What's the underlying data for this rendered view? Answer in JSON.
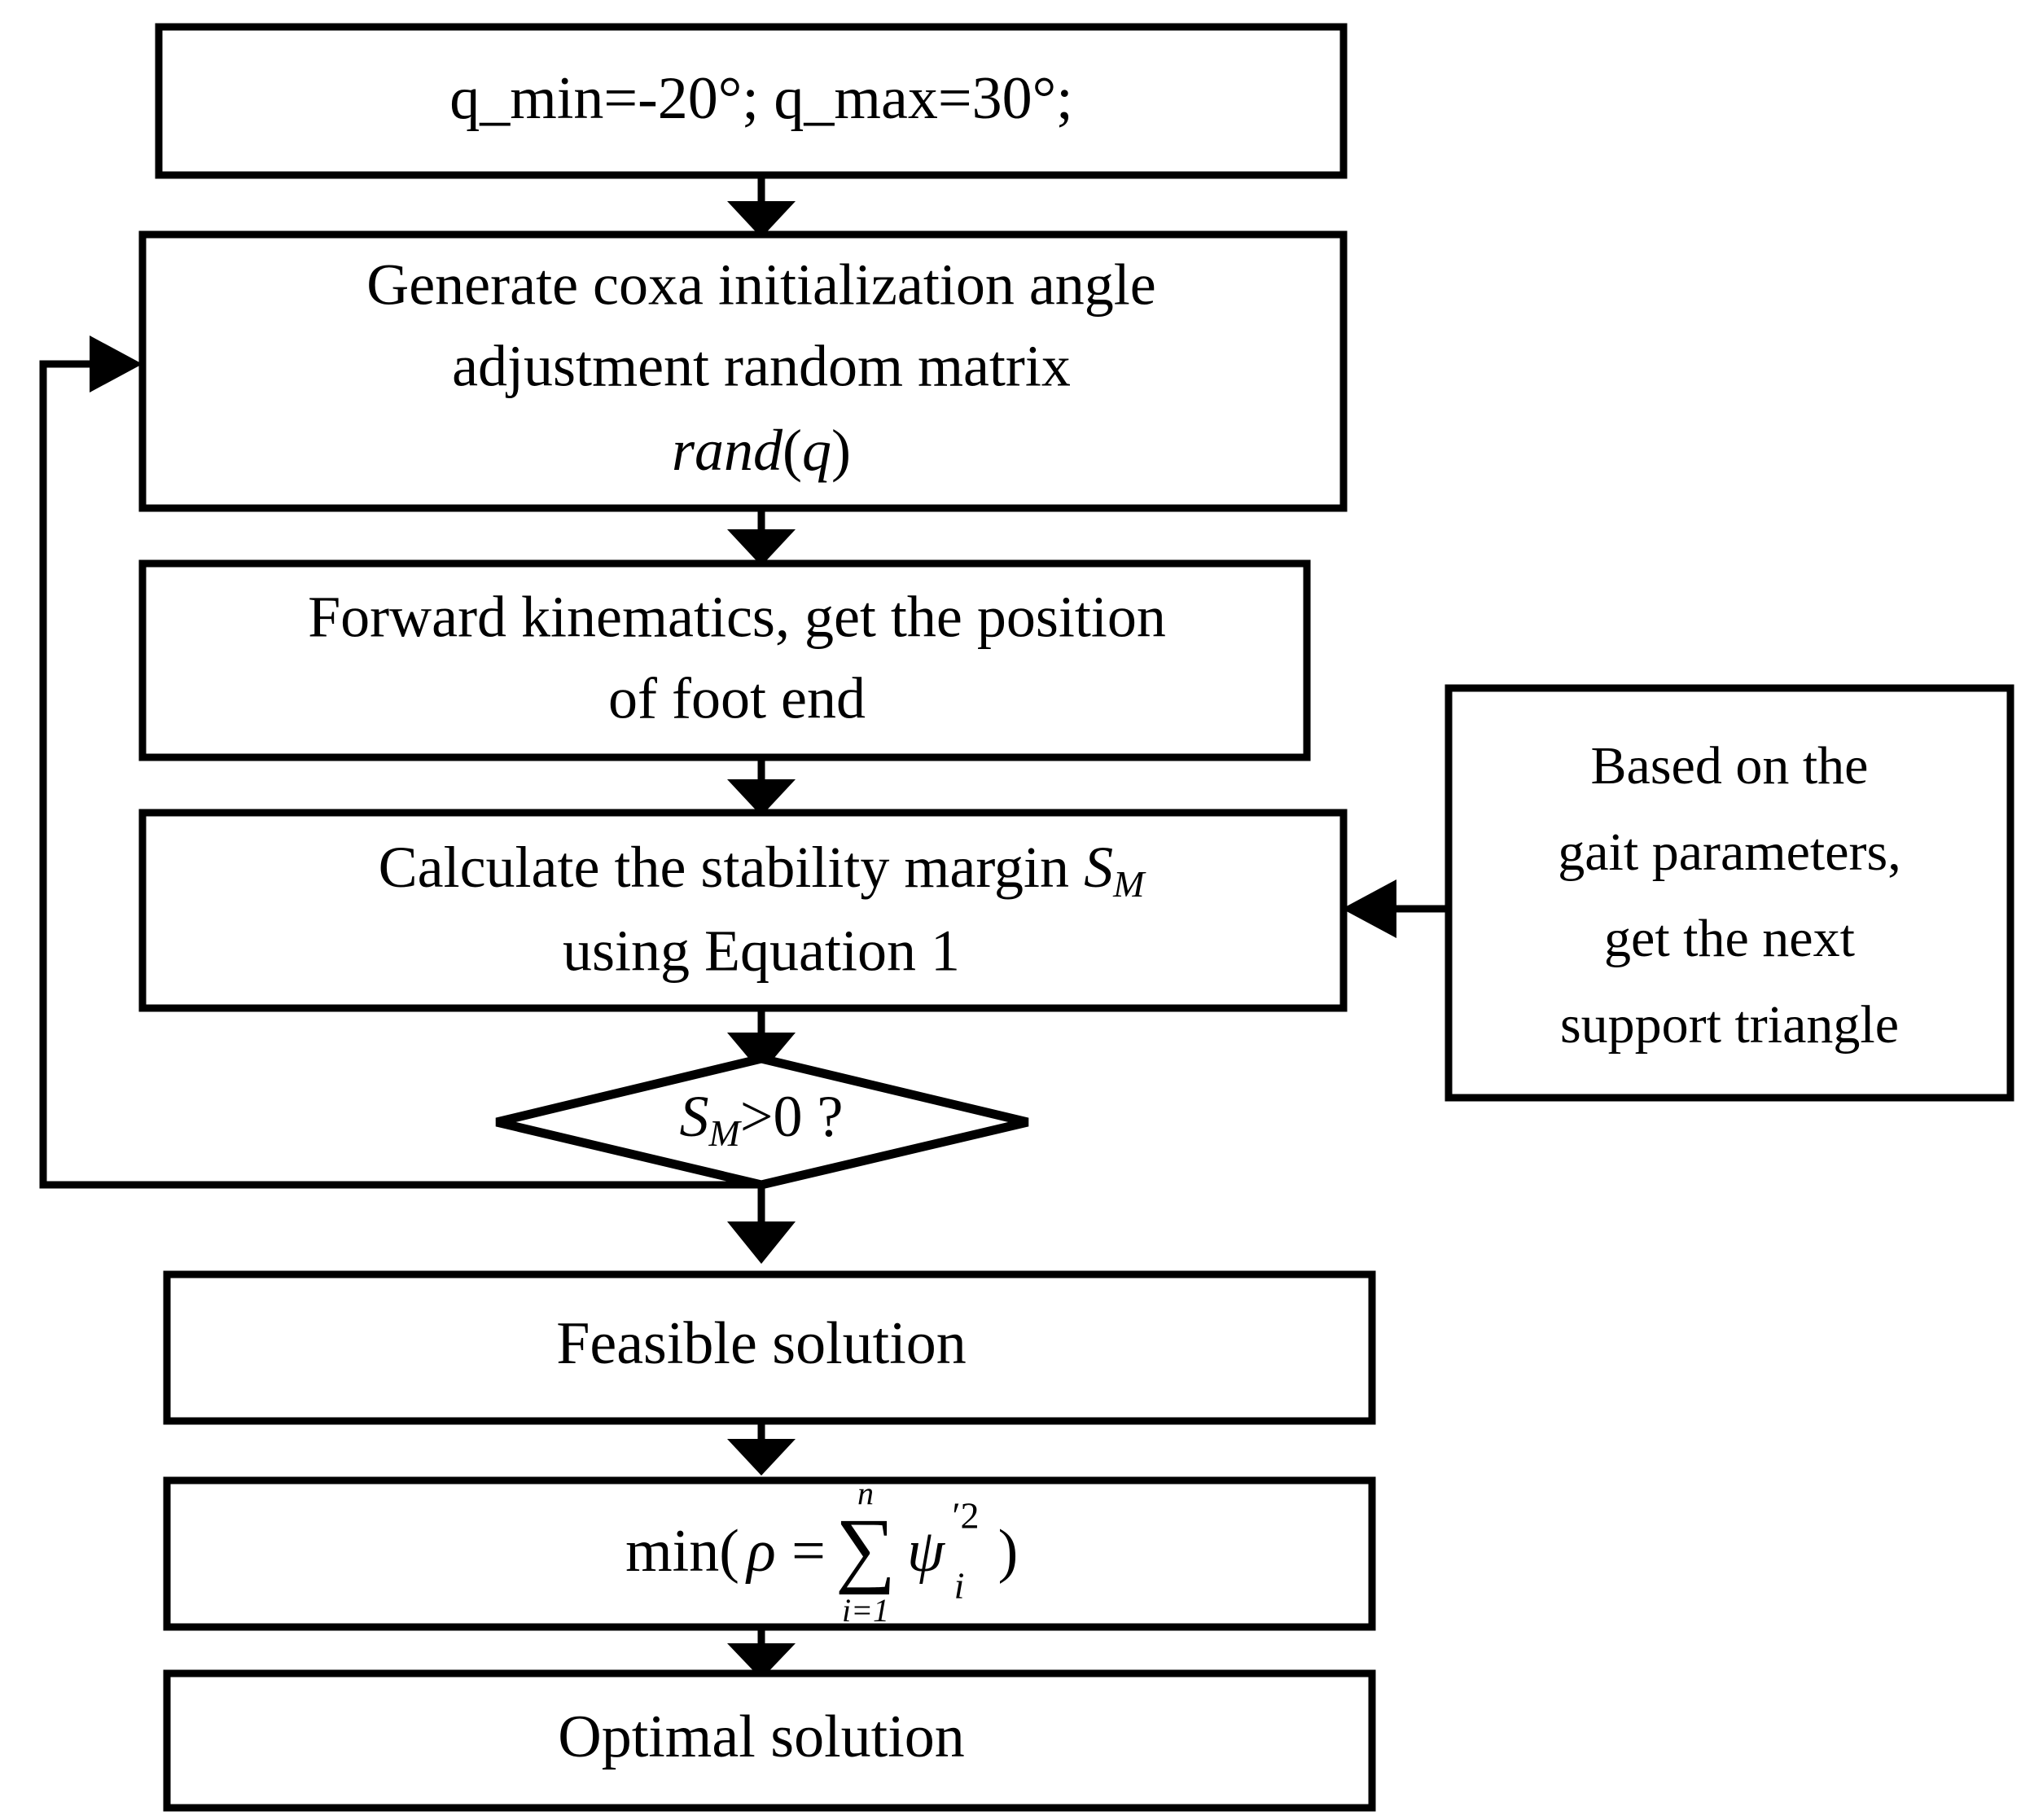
{
  "diagram": {
    "title": "Coxa initialization angle optimization flowchart",
    "type": "flowchart",
    "background_color": "#ffffff",
    "line_color": "#000000"
  },
  "nodes": {
    "init_params": {
      "shape": "rectangle",
      "lines": [
        "q_min=-20°; q_max=30°;"
      ]
    },
    "generate_matrix": {
      "shape": "rectangle",
      "lines": [
        "Generate coxa initialization angle",
        "adjustment random matrix"
      ],
      "formula_italic": "rand",
      "formula_paren_open": "(",
      "formula_var": "q",
      "formula_paren_close": ")"
    },
    "forward_kinematics": {
      "shape": "rectangle",
      "lines": [
        "Forward kinematics, get the position",
        "of foot end"
      ]
    },
    "stability_margin": {
      "shape": "rectangle",
      "line1_prefix": "Calculate the stability margin ",
      "line1_symbol": "S",
      "line1_subscript": "M",
      "line2": "using Equation 1"
    },
    "decision": {
      "shape": "diamond",
      "symbol": "S",
      "subscript": "M",
      "condition": ">0 ?"
    },
    "support_triangle": {
      "shape": "rectangle",
      "lines": [
        "Based on the",
        "gait parameters,",
        "get the next",
        "support triangle"
      ]
    },
    "feasible_solution": {
      "shape": "rectangle",
      "lines": [
        "Feasible solution"
      ]
    },
    "objective": {
      "shape": "rectangle",
      "prefix": "min(",
      "rho": "ρ",
      "equals": "=",
      "sigma": "∑",
      "sum_upper": "n",
      "sum_lower": "i=1",
      "psi": "ψ",
      "psi_sub": "i",
      "psi_sup": "′2",
      "suffix": ")"
    },
    "optimal_solution": {
      "shape": "rectangle",
      "lines": [
        "Optimal solution"
      ]
    }
  },
  "edges": [
    {
      "name": "init-to-generate",
      "from": "init_params",
      "to": "generate_matrix",
      "direction": "down",
      "arrow": true
    },
    {
      "name": "generate-to-forward",
      "from": "generate_matrix",
      "to": "forward_kinematics",
      "direction": "down",
      "arrow": true
    },
    {
      "name": "forward-to-stability",
      "from": "forward_kinematics",
      "to": "stability_margin",
      "direction": "down",
      "arrow": true
    },
    {
      "name": "stability-to-decision",
      "from": "stability_margin",
      "to": "decision",
      "direction": "down",
      "arrow": true
    },
    {
      "name": "decision-to-feasible",
      "from": "decision",
      "to": "feasible_solution",
      "direction": "down",
      "arrow": true
    },
    {
      "name": "feasible-to-objective",
      "from": "feasible_solution",
      "to": "objective",
      "direction": "down",
      "arrow": true
    },
    {
      "name": "objective-to-optimal",
      "from": "objective",
      "to": "optimal_solution",
      "direction": "down",
      "arrow": true
    },
    {
      "name": "support-to-stability",
      "from": "support_triangle",
      "to": "stability_margin",
      "direction": "left",
      "arrow": true
    },
    {
      "name": "decision-feedback-to-generate",
      "from": "decision",
      "to": "generate_matrix",
      "direction": "loop-left",
      "arrow": true
    }
  ]
}
